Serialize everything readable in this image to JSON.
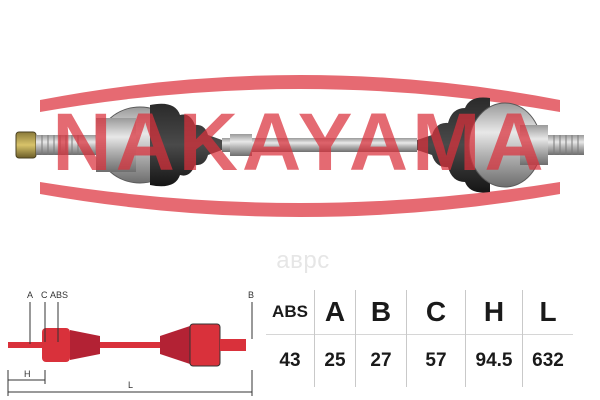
{
  "brand": {
    "logo_text": "NAKAYAMA",
    "logo_color": "#d9313b"
  },
  "watermark": {
    "text": "аврс"
  },
  "diagram": {
    "labels": {
      "a": "A",
      "c": "C",
      "abs": "ABS",
      "b": "B",
      "h": "H",
      "l": "L"
    }
  },
  "spec_table": {
    "headers": [
      "ABS",
      "A",
      "B",
      "C",
      "H",
      "L"
    ],
    "values": [
      "43",
      "25",
      "27",
      "57",
      "94.5",
      "632"
    ]
  },
  "colors": {
    "accent": "#d9313b",
    "boot": "#b32234",
    "text": "#1a1a1a"
  }
}
